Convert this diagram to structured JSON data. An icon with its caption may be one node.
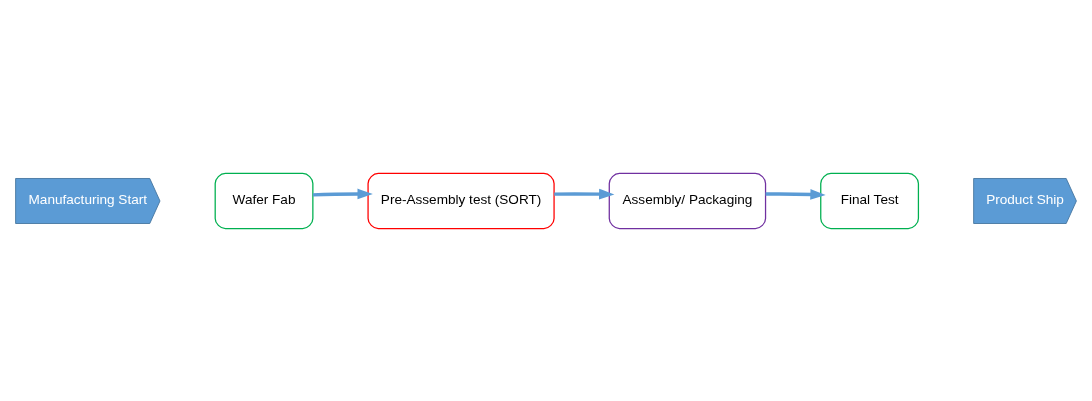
{
  "diagram": {
    "nodes": [
      {
        "text": [
          "Manufacturing Start"
        ]
      },
      {
        "text": [
          "Wafer Fab"
        ]
      },
      {
        "text": [
          "Pre-Assembly test (SORT)"
        ]
      },
      {
        "text": [
          "Assembly/ Packaging"
        ]
      },
      {
        "text": [
          "Final Test"
        ]
      },
      {
        "text": [
          "Product Ship"
        ]
      }
    ],
    "edges": [
      {
        "from": 1,
        "to": 2,
        "arrow": "to"
      },
      {
        "from": 2,
        "to": 3,
        "arrow": "to"
      },
      {
        "from": 3,
        "to": 4,
        "arrow": "to"
      }
    ]
  }
}
